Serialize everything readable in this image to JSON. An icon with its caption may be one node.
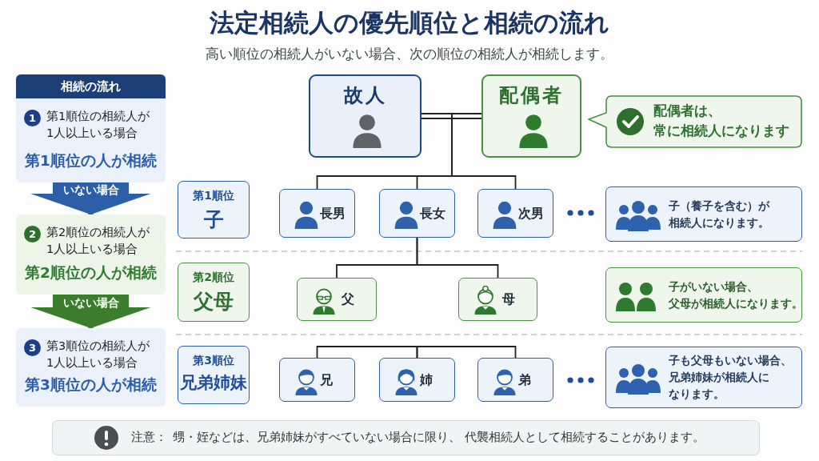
{
  "diagram": {
    "title": "法定相続人の優先順位と相続の流れ",
    "nodes": [
      {
        "text": [
          "相続の流れ"
        ]
      },
      {
        "text": [
          "1",
          "第1順位の相続人が1人以上いる場合",
          "第1順位の人が相続"
        ]
      },
      {
        "text": [
          "2",
          "第2順位の相続人が1人以上いる場合",
          "第2順位の人が相続"
        ]
      },
      {
        "text": [
          "3",
          "第3順位の相続人が1人以上いる場合",
          "第3順位の人が相続"
        ]
      },
      {
        "text": [
          "故人"
        ]
      },
      {
        "text": [
          "配偶者"
        ]
      },
      {
        "text": [
          "配偶者は、常に相続人になります"
        ]
      },
      {
        "text": [
          "第1順位",
          "子"
        ]
      },
      {
        "text": [
          "長男"
        ]
      },
      {
        "text": [
          "長女"
        ]
      },
      {
        "text": [
          "次男"
        ]
      },
      {
        "text": [
          "子（養子を含む）が相続人になります。"
        ]
      },
      {
        "text": [
          "第2順位",
          "父母"
        ]
      },
      {
        "text": [
          "父"
        ]
      },
      {
        "text": [
          "母"
        ]
      },
      {
        "text": [
          "子がいない場合、父母が相続人になります。"
        ]
      },
      {
        "text": [
          "第3順位",
          "兄弟姉妹"
        ]
      },
      {
        "text": [
          "兄"
        ]
      },
      {
        "text": [
          "姉"
        ]
      },
      {
        "text": [
          "弟"
        ]
      },
      {
        "text": [
          "子も父母もいない場合、兄弟姉妹が相続人になります。"
        ]
      },
      {
        "text": [
          "注意：",
          "甥・姪などは、兄弟姉妹がすべていない場合に限り、 代襲相続人として相続することがあります。"
        ]
      }
    ],
    "edges": [
      {
        "from": 4,
        "to": 5,
        "arrow": "none"
      },
      {
        "from": 4,
        "to": 8,
        "arrow": "none"
      },
      {
        "from": 4,
        "to": 9,
        "arrow": "none"
      },
      {
        "from": 4,
        "to": 10,
        "arrow": "none"
      },
      {
        "from": 9,
        "to": 13,
        "arrow": "none"
      },
      {
        "from": 9,
        "to": 14,
        "arrow": "none"
      },
      {
        "from": 17,
        "to": 18,
        "arrow": "none"
      },
      {
        "from": 18,
        "to": 19,
        "arrow": "none"
      },
      {
        "from": 1,
        "to": 2,
        "arrow": "to",
        "label": "いない場合",
        "style": "thick",
        "color": "#2c5fa8"
      },
      {
        "from": 2,
        "to": 3,
        "arrow": "to",
        "label": "いない場合",
        "style": "thick",
        "color": "#3a7d2c"
      }
    ],
    "labels": [
      "高い順位の相続人がいない場合、次の順位の相続人が相続します。"
    ]
  }
}
